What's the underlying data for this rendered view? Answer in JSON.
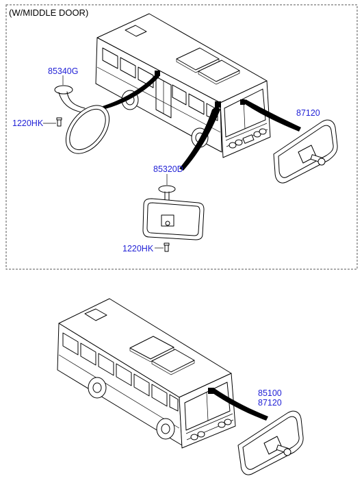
{
  "panel_upper": {
    "title": "(W/MIDDLE DOOR)",
    "callouts": {
      "part_85340G": "85340G",
      "part_1220HK_left": "1220HK",
      "part_87120_right": "87120",
      "part_85320D": "85320D",
      "part_1220HK_bottom": "1220HK"
    }
  },
  "panel_lower": {
    "callouts": {
      "part_85100": "85100",
      "part_87120": "87120"
    }
  }
}
